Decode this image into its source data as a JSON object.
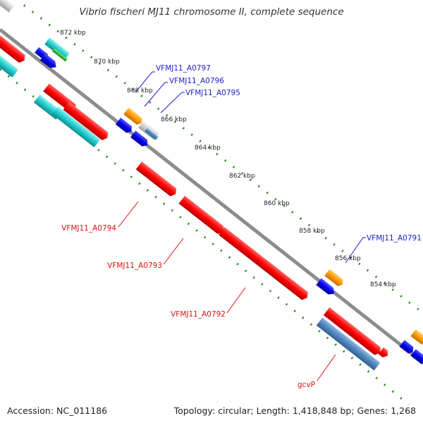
{
  "title": "Vibrio fischeri MJ11 chromosome II, complete sequence",
  "footer": {
    "accession": "Accession: NC_011186",
    "summary": "Topology: circular; Length: 1,418,848 bp; Genes: 1,268"
  },
  "ticks": [
    {
      "label": "872 kbp",
      "pos": 872
    },
    {
      "label": "870 kbp",
      "pos": 870
    },
    {
      "label": "868 kbp",
      "pos": 868
    },
    {
      "label": "866 kbp",
      "pos": 866
    },
    {
      "label": "864 kbp",
      "pos": 864
    },
    {
      "label": "862 kbp",
      "pos": 862
    },
    {
      "label": "860 kbp",
      "pos": 860
    },
    {
      "label": "858 kbp",
      "pos": 858
    },
    {
      "label": "856 kbp",
      "pos": 856
    },
    {
      "label": "854 kbp",
      "pos": 854
    }
  ],
  "gene_labels": [
    {
      "name": "VFMJ11_A0797",
      "color": "#1a1acc"
    },
    {
      "name": "VFMJ11_A0796",
      "color": "#1a1acc"
    },
    {
      "name": "VFMJ11_A0795",
      "color": "#1a1acc"
    },
    {
      "name": "VFMJ11_A0791",
      "color": "#1a1acc"
    },
    {
      "name": "VFMJ11_A0794",
      "color": "#dd1111"
    },
    {
      "name": "VFMJ11_A0793",
      "color": "#dd1111"
    },
    {
      "name": "VFMJ11_A0792",
      "color": "#dd1111"
    },
    {
      "name": "gcvP",
      "color": "#dd1111"
    }
  ],
  "colors": {
    "backbone": "#8c8c8c",
    "tick_dots": "#228822",
    "red_gene": "#ee1111",
    "cyan_gene": "#22cccc",
    "blue_gene": "#1111dd",
    "orange_gene": "#ff9900",
    "steel_gene": "#4f86c0",
    "green_gene": "#33bb33",
    "gray_gene": "#cccccc"
  }
}
